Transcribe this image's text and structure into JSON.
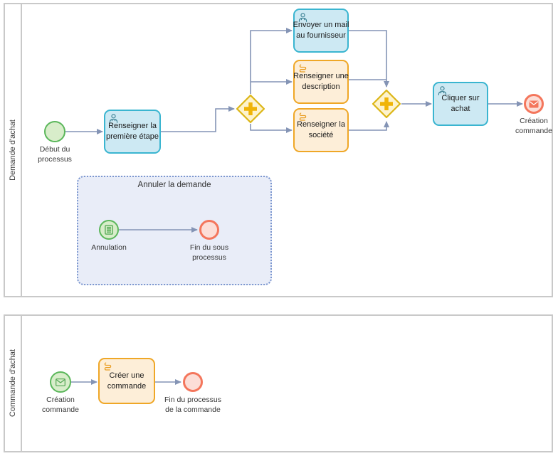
{
  "pool1": {
    "label": "Demande d'achat",
    "start_label": "Début du\nprocessus",
    "task_first_step": "Renseigner la\npremière étape",
    "task_send_mail": "Envoyer un mail\nau fournisseur",
    "task_description": "Renseigner une\ndescription",
    "task_company": "Renseigner la\nsociété",
    "task_click_buy": "Cliquer sur\nachat",
    "end_label": "Création\ncommande",
    "subprocess": {
      "title": "Annuler la demande",
      "start_label": "Annulation",
      "end_label": "Fin du sous\nprocessus"
    }
  },
  "pool2": {
    "label": "Commande d'achat",
    "start_label": "Création\ncommande",
    "task_create_order": "Créer une\ncommande",
    "end_label": "Fin du processus\nde la commande"
  },
  "colors": {
    "task_blue_fill": "#cde9f3",
    "task_blue_border": "#3ab5d0",
    "task_orange_fill": "#fdeed8",
    "task_orange_border": "#efa727",
    "event_start_fill": "#d8edca",
    "event_start_border": "#5bb75b",
    "event_end_fill": "#fcded7",
    "event_end_border": "#f4765c",
    "gateway_fill": "#fdf3cd",
    "gateway_border": "#dcb616",
    "gateway_symbol": "#f0b408",
    "connector": "#8494b5",
    "subprocess_fill": "#e9edf8",
    "subprocess_border": "#7b96cf",
    "pool_border": "#c9c9c9"
  }
}
